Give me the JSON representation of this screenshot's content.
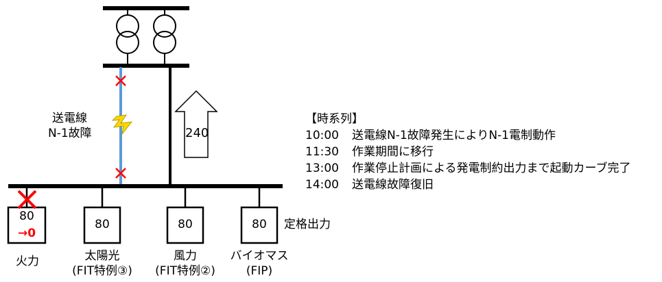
{
  "fault": {
    "line1": "送電線",
    "line2": "N-1故障"
  },
  "arrow_value": "240",
  "generators": [
    {
      "rating": "80",
      "after": "→0",
      "name1": "火力",
      "name2": ""
    },
    {
      "rating": "80",
      "name1": "太陽光",
      "name2": "(FIT特例③)"
    },
    {
      "rating": "80",
      "name1": "風力",
      "name2": "(FIT特例②)"
    },
    {
      "rating": "80",
      "name1": "バイオマス",
      "name2": "(FIP)"
    }
  ],
  "rated_output_label": "定格出力",
  "timeline": {
    "title": "【時系列】",
    "events": [
      {
        "time": "10:00",
        "text": "送電線N-1故障発生によりN-1電制動作"
      },
      {
        "time": "11:30",
        "text": "作業期間に移行"
      },
      {
        "time": "13:00",
        "text": "作業停止計画による発電制約出力まで起動カーブ完了"
      },
      {
        "time": "14:00",
        "text": "送電線故障復旧"
      }
    ]
  },
  "colors": {
    "line": "#000000",
    "faulted_line": "#5b9bd5",
    "cross": "#ff0000",
    "lightning": "#ffd700",
    "reduced_output": "#ff0000"
  }
}
